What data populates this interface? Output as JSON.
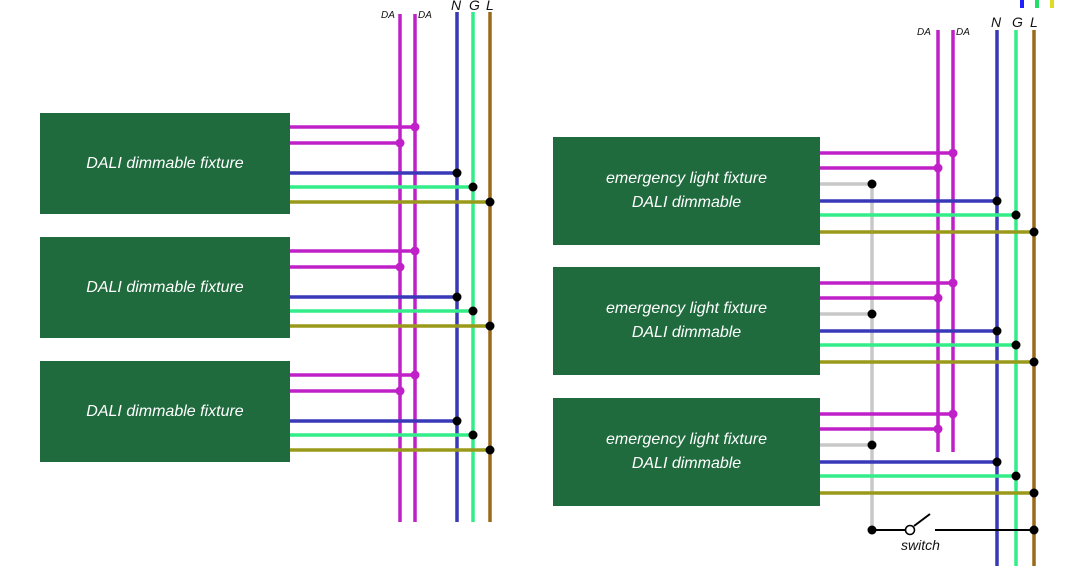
{
  "left": {
    "bus_labels": {
      "da1": "DA",
      "da2": "DA",
      "n": "N",
      "g": "G",
      "l": "L"
    },
    "fixtures": [
      {
        "label": "DALI dimmable fixture"
      },
      {
        "label": "DALI dimmable fixture"
      },
      {
        "label": "DALI dimmable fixture"
      }
    ]
  },
  "right": {
    "bus_labels": {
      "da1": "DA",
      "da2": "DA",
      "n": "N",
      "g": "G",
      "l": "L"
    },
    "fixtures": [
      {
        "line1": "emergency  light fixture",
        "line2": "DALI  dimmable"
      },
      {
        "line1": "emergency  light fixture",
        "line2": "DALI  dimmable"
      },
      {
        "line1": "emergency  light fixture",
        "line2": "DALI  dimmable"
      }
    ],
    "switch_label": "switch"
  },
  "colors": {
    "fixture_fill": "#1f6b3e",
    "dali": "#c020c8",
    "neutral": "#3838b8",
    "ground": "#33ee88",
    "live": "#9a6a1a",
    "live_branch": "#9a9a1a",
    "switched": "#c8c8c8",
    "junction": "#000000"
  }
}
